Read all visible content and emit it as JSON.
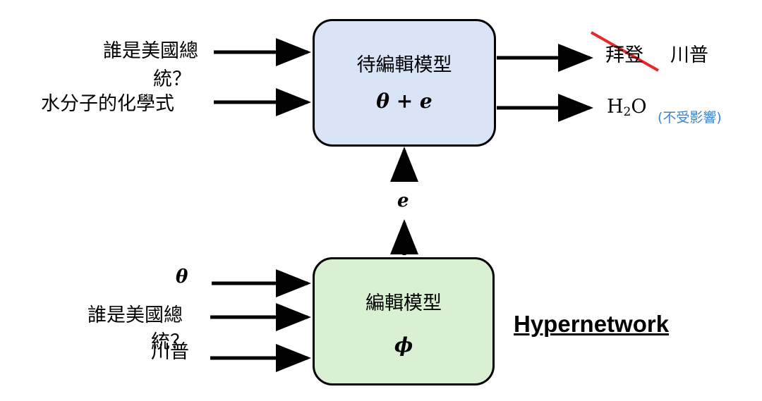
{
  "top_model": {
    "title": "待編輯模型",
    "symbol": "θ + e",
    "fill": "#d9e4f6"
  },
  "editor_model": {
    "title": "編輯模型",
    "symbol": "ϕ",
    "fill": "#d9f0d3"
  },
  "edit_vector_label": "e",
  "inputs_top": {
    "question_line1": "誰是美國總",
    "question_line2": "統？",
    "chemistry": "水分子的化學式"
  },
  "inputs_bottom": {
    "theta": "θ",
    "question_line1": "誰是美國總",
    "question_line2": "統？",
    "answer": "川普"
  },
  "outputs": {
    "old_answer": "拜登",
    "new_answer": "川普",
    "h2o_main": "H",
    "h2o_sub": "2",
    "h2o_tail": "O",
    "unaffected_note": "(不受影響)"
  },
  "hypernetwork_label": "Hypernetwork",
  "colors": {
    "strike": "#e8262b",
    "note": "#3d85c6"
  }
}
